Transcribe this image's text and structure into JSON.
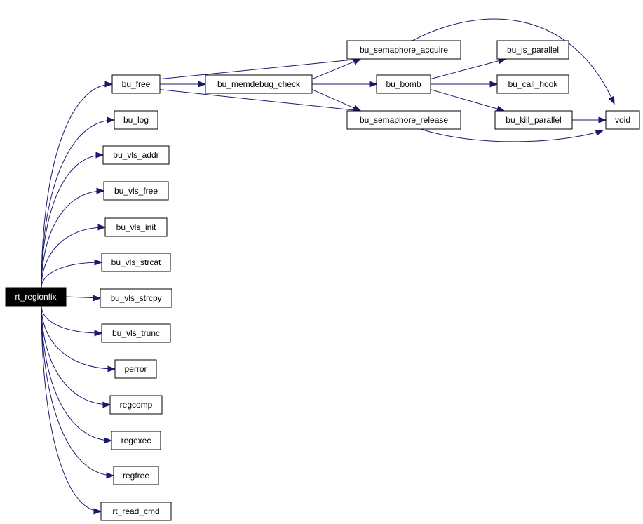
{
  "graph": {
    "edge_color": "#191970",
    "root_fill": "#000000",
    "nodes": [
      {
        "id": "rt_regionfix",
        "label": "rt_regionfix",
        "root": true
      },
      {
        "id": "bu_free",
        "label": "bu_free"
      },
      {
        "id": "bu_log",
        "label": "bu_log"
      },
      {
        "id": "bu_vls_addr",
        "label": "bu_vls_addr"
      },
      {
        "id": "bu_vls_free",
        "label": "bu_vls_free"
      },
      {
        "id": "bu_vls_init",
        "label": "bu_vls_init"
      },
      {
        "id": "bu_vls_strcat",
        "label": "bu_vls_strcat"
      },
      {
        "id": "bu_vls_strcpy",
        "label": "bu_vls_strcpy"
      },
      {
        "id": "bu_vls_trunc",
        "label": "bu_vls_trunc"
      },
      {
        "id": "perror",
        "label": "perror"
      },
      {
        "id": "regcomp",
        "label": "regcomp"
      },
      {
        "id": "regexec",
        "label": "regexec"
      },
      {
        "id": "regfree",
        "label": "regfree"
      },
      {
        "id": "rt_read_cmd",
        "label": "rt_read_cmd"
      },
      {
        "id": "bu_memdebug_check",
        "label": "bu_memdebug_check"
      },
      {
        "id": "bu_semaphore_acquire",
        "label": "bu_semaphore_acquire"
      },
      {
        "id": "bu_semaphore_release",
        "label": "bu_semaphore_release"
      },
      {
        "id": "bu_bomb",
        "label": "bu_bomb"
      },
      {
        "id": "bu_is_parallel",
        "label": "bu_is_parallel"
      },
      {
        "id": "bu_call_hook",
        "label": "bu_call_hook"
      },
      {
        "id": "bu_kill_parallel",
        "label": "bu_kill_parallel"
      },
      {
        "id": "void",
        "label": "void"
      }
    ],
    "edges": [
      {
        "from": "rt_regionfix",
        "to": "bu_free"
      },
      {
        "from": "rt_regionfix",
        "to": "bu_log"
      },
      {
        "from": "rt_regionfix",
        "to": "bu_vls_addr"
      },
      {
        "from": "rt_regionfix",
        "to": "bu_vls_free"
      },
      {
        "from": "rt_regionfix",
        "to": "bu_vls_init"
      },
      {
        "from": "rt_regionfix",
        "to": "bu_vls_strcat"
      },
      {
        "from": "rt_regionfix",
        "to": "bu_vls_strcpy"
      },
      {
        "from": "rt_regionfix",
        "to": "bu_vls_trunc"
      },
      {
        "from": "rt_regionfix",
        "to": "perror"
      },
      {
        "from": "rt_regionfix",
        "to": "regcomp"
      },
      {
        "from": "rt_regionfix",
        "to": "regexec"
      },
      {
        "from": "rt_regionfix",
        "to": "regfree"
      },
      {
        "from": "rt_regionfix",
        "to": "rt_read_cmd"
      },
      {
        "from": "bu_free",
        "to": "bu_memdebug_check"
      },
      {
        "from": "bu_free",
        "to": "bu_semaphore_acquire"
      },
      {
        "from": "bu_free",
        "to": "bu_semaphore_release"
      },
      {
        "from": "bu_memdebug_check",
        "to": "bu_semaphore_acquire"
      },
      {
        "from": "bu_memdebug_check",
        "to": "bu_bomb"
      },
      {
        "from": "bu_memdebug_check",
        "to": "bu_semaphore_release"
      },
      {
        "from": "bu_bomb",
        "to": "bu_is_parallel"
      },
      {
        "from": "bu_bomb",
        "to": "bu_call_hook"
      },
      {
        "from": "bu_bomb",
        "to": "bu_kill_parallel"
      },
      {
        "from": "bu_kill_parallel",
        "to": "void"
      },
      {
        "from": "bu_semaphore_acquire",
        "to": "void"
      },
      {
        "from": "bu_semaphore_release",
        "to": "void"
      }
    ]
  }
}
